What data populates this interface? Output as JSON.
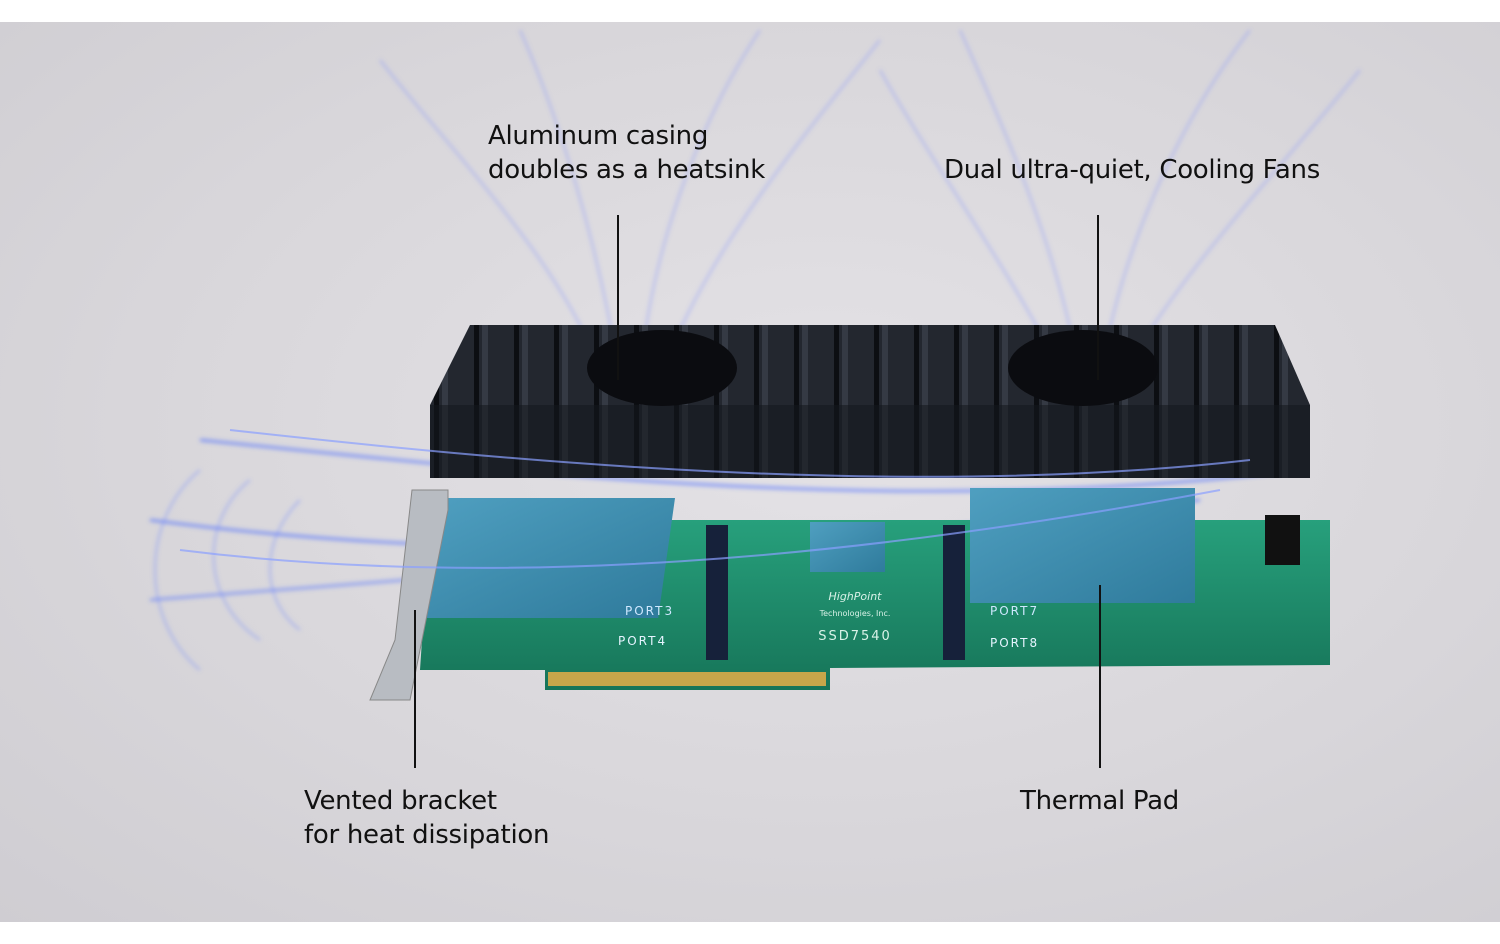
{
  "callouts": {
    "heatsink": {
      "line1": "Aluminum casing",
      "line2": "doubles as a heatsink"
    },
    "fans": {
      "line1": "Dual ultra-quiet, Cooling Fans"
    },
    "bracket": {
      "line1": "Vented bracket",
      "line2": "for heat dissipation"
    },
    "pad": {
      "line1": "Thermal Pad"
    }
  },
  "board_markings": {
    "brand": "HighPoint",
    "company": "Technologies, Inc.",
    "model": "SSD7540",
    "ports": [
      "PORT3",
      "PORT4",
      "PORT7",
      "PORT8"
    ]
  },
  "colors": {
    "background": "#d9d7db",
    "heatsink": "#1c1f26",
    "pcb": "#1f8f6e",
    "thermal_pad": "#3f8fb0",
    "airflow": "#5a7bff",
    "text": "#111111"
  }
}
